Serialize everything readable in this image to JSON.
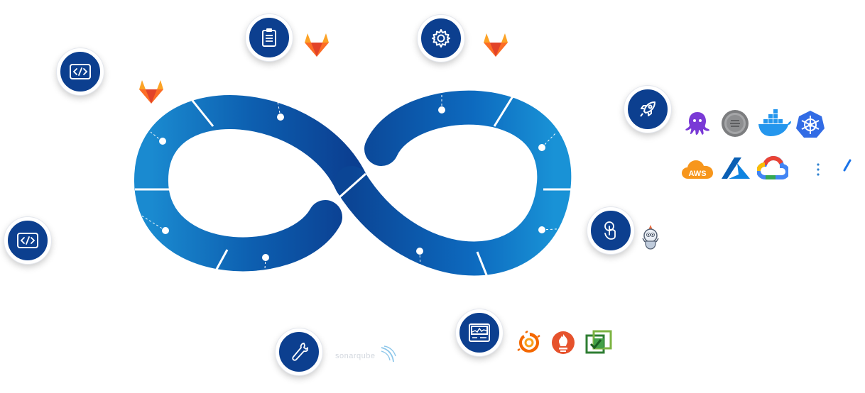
{
  "stage_icons": [
    {
      "id": "code-left",
      "icon": "code-icon"
    },
    {
      "id": "code-top",
      "icon": "code-icon"
    },
    {
      "id": "plan",
      "icon": "clipboard-icon"
    },
    {
      "id": "configure",
      "icon": "gear-icon"
    },
    {
      "id": "deploy",
      "icon": "rocket-icon"
    },
    {
      "id": "operate",
      "icon": "touch-hand-icon"
    },
    {
      "id": "monitor",
      "icon": "monitor-dashboard-icon"
    },
    {
      "id": "build",
      "icon": "wrench-icon"
    }
  ],
  "tool_logos": [
    "gitlab-logo",
    "octopus-logo",
    "jenkins-coin-logo",
    "docker-logo",
    "kubernetes-logo",
    "aws-logo",
    "azure-logo",
    "google-cloud-logo",
    "argo-mascot-logo",
    "sonarqube-logo",
    "grafana-logo",
    "prometheus-logo",
    "checkbox-tool-logo"
  ],
  "sonar": {
    "label": "sonarqube"
  },
  "aws": {
    "label": "AWS"
  },
  "colors": {
    "loop_dark": "#0b3f91",
    "loop_light": "#1690d4",
    "icon_bg": "#0c3f8f",
    "gitlab_orange": "#fc6d26",
    "gitlab_red": "#e24329",
    "docker_blue": "#2496ed",
    "k8s_blue": "#326ce5",
    "azure_blue": "#0078d4",
    "grafana_orange": "#f46800",
    "prometheus_orange": "#e6522c"
  }
}
